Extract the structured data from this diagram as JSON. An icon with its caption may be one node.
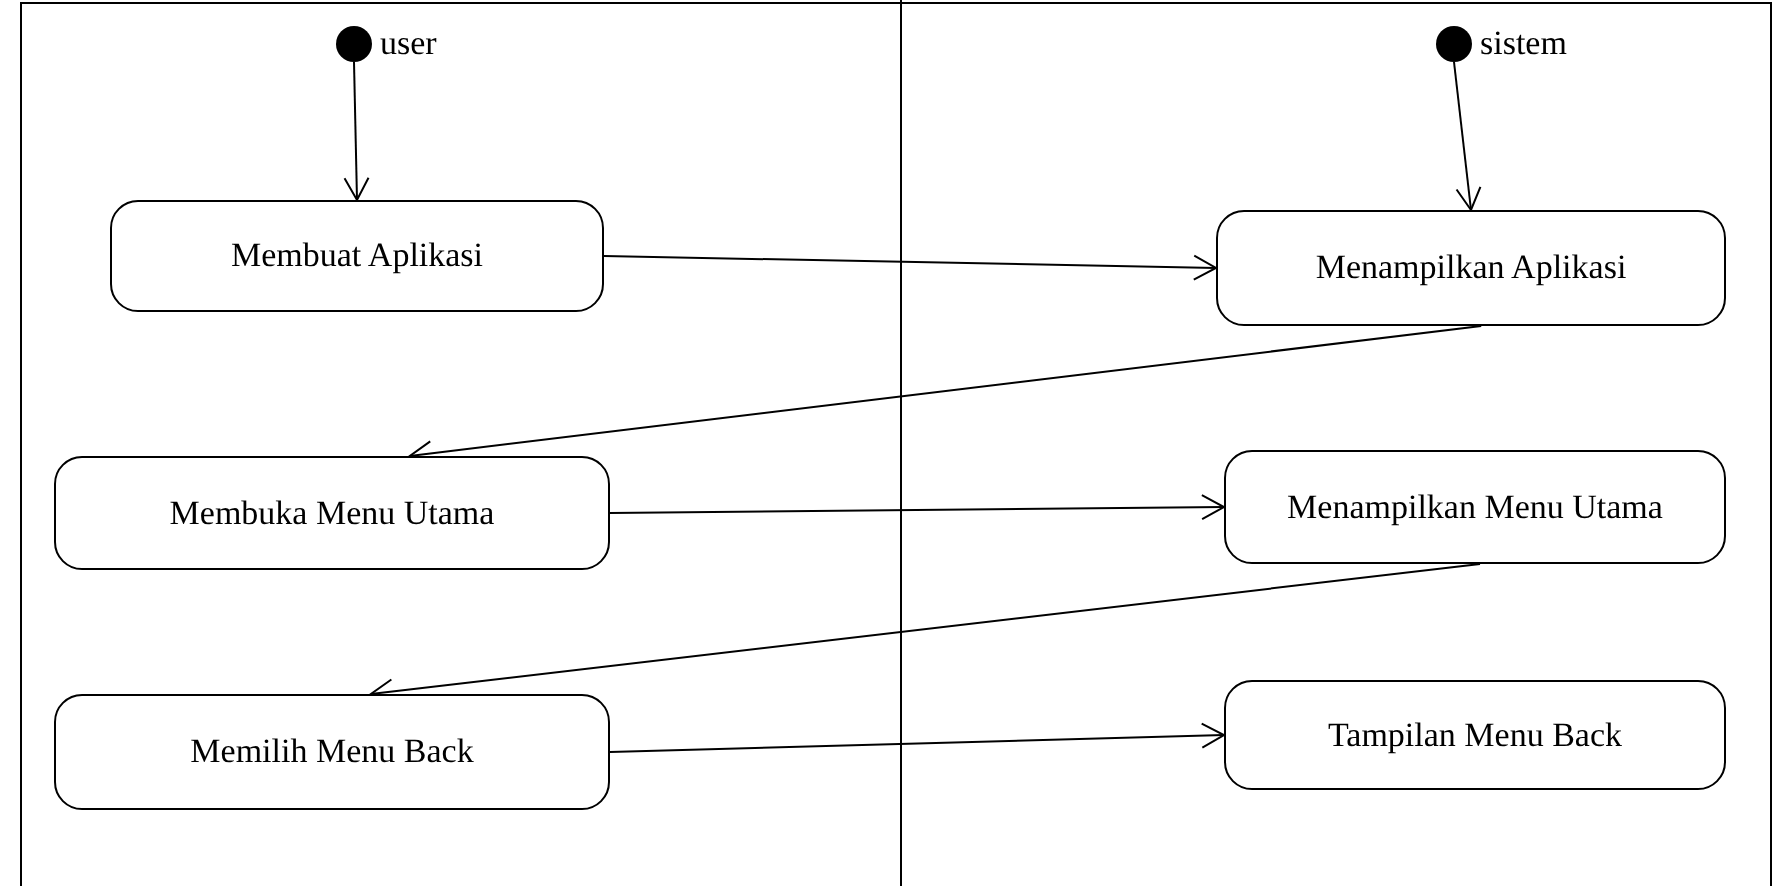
{
  "diagram": {
    "nodes": [
      {
        "text": [],
        "shape": "circle",
        "beside": [
          "user"
        ]
      },
      {
        "text": [
          "Membuat Aplikasi"
        ]
      },
      {
        "text": [],
        "shape": "circle",
        "beside": [
          "sistem"
        ]
      },
      {
        "text": [
          "Menampilkan Aplikasi"
        ]
      },
      {
        "text": [
          "Membuka Menu Utama"
        ]
      },
      {
        "text": [
          "Menampilkan Menu Utama"
        ]
      },
      {
        "text": [
          "Memilih Menu Back"
        ]
      },
      {
        "text": [
          "Tampilan Menu Back"
        ]
      }
    ],
    "edges": [
      {
        "from": 0,
        "to": 1,
        "arrow": "to"
      },
      {
        "from": 1,
        "to": 3,
        "arrow": "to"
      },
      {
        "from": 2,
        "to": 3,
        "arrow": "to"
      },
      {
        "from": 3,
        "to": 4,
        "arrow": "to"
      },
      {
        "from": 4,
        "to": 5,
        "arrow": "to"
      },
      {
        "from": 5,
        "to": 6,
        "arrow": "to"
      },
      {
        "from": 6,
        "to": 7,
        "arrow": "to"
      }
    ]
  }
}
